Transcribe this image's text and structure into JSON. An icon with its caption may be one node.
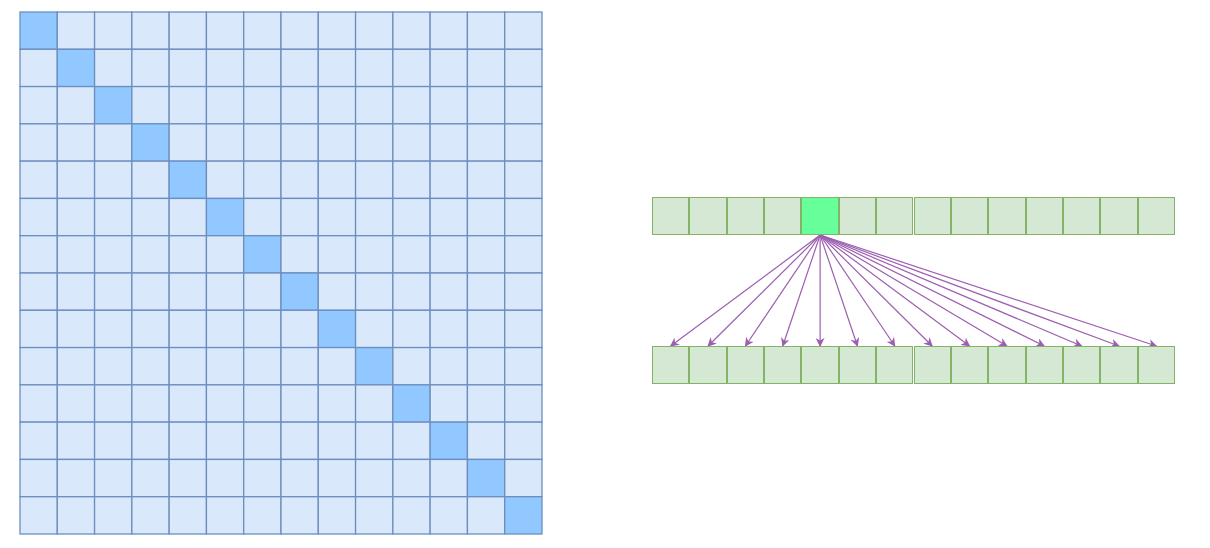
{
  "diagram": {
    "nodes": [
      {
        "text": [],
        "shape": "box"
      },
      {
        "text": [],
        "shape": "box"
      },
      {
        "text": [],
        "shape": "box"
      },
      {
        "text": [],
        "shape": "box"
      },
      {
        "text": [],
        "shape": "box"
      },
      {
        "text": [],
        "shape": "box"
      },
      {
        "text": [],
        "shape": "box"
      },
      {
        "text": [],
        "shape": "box"
      },
      {
        "text": [],
        "shape": "box"
      },
      {
        "text": [],
        "shape": "box"
      },
      {
        "text": [],
        "shape": "box"
      },
      {
        "text": [],
        "shape": "box"
      },
      {
        "text": [],
        "shape": "box"
      },
      {
        "text": [],
        "shape": "box"
      },
      {
        "text": [],
        "shape": "box"
      },
      {
        "text": [],
        "shape": "box"
      },
      {
        "text": [],
        "shape": "box"
      },
      {
        "text": [],
        "shape": "box"
      },
      {
        "text": [],
        "shape": "box"
      },
      {
        "text": [],
        "shape": "box"
      },
      {
        "text": [],
        "shape": "box"
      },
      {
        "text": [],
        "shape": "box"
      },
      {
        "text": [],
        "shape": "box"
      },
      {
        "text": [],
        "shape": "box"
      },
      {
        "text": [],
        "shape": "box"
      },
      {
        "text": [],
        "shape": "box"
      },
      {
        "text": [],
        "shape": "box"
      },
      {
        "text": [],
        "shape": "box"
      }
    ],
    "edges": [
      {
        "from": 4,
        "to": 14,
        "arrow": "to"
      },
      {
        "from": 4,
        "to": 15,
        "arrow": "to"
      },
      {
        "from": 4,
        "to": 16,
        "arrow": "to"
      },
      {
        "from": 4,
        "to": 17,
        "arrow": "to"
      },
      {
        "from": 4,
        "to": 18,
        "arrow": "to"
      },
      {
        "from": 4,
        "to": 19,
        "arrow": "to"
      },
      {
        "from": 4,
        "to": 20,
        "arrow": "to"
      },
      {
        "from": 4,
        "to": 21,
        "arrow": "to"
      },
      {
        "from": 4,
        "to": 22,
        "arrow": "to"
      },
      {
        "from": 4,
        "to": 23,
        "arrow": "to"
      },
      {
        "from": 4,
        "to": 24,
        "arrow": "to"
      },
      {
        "from": 4,
        "to": 25,
        "arrow": "to"
      },
      {
        "from": 4,
        "to": 26,
        "arrow": "to"
      },
      {
        "from": 4,
        "to": 27,
        "arrow": "to"
      }
    ]
  }
}
